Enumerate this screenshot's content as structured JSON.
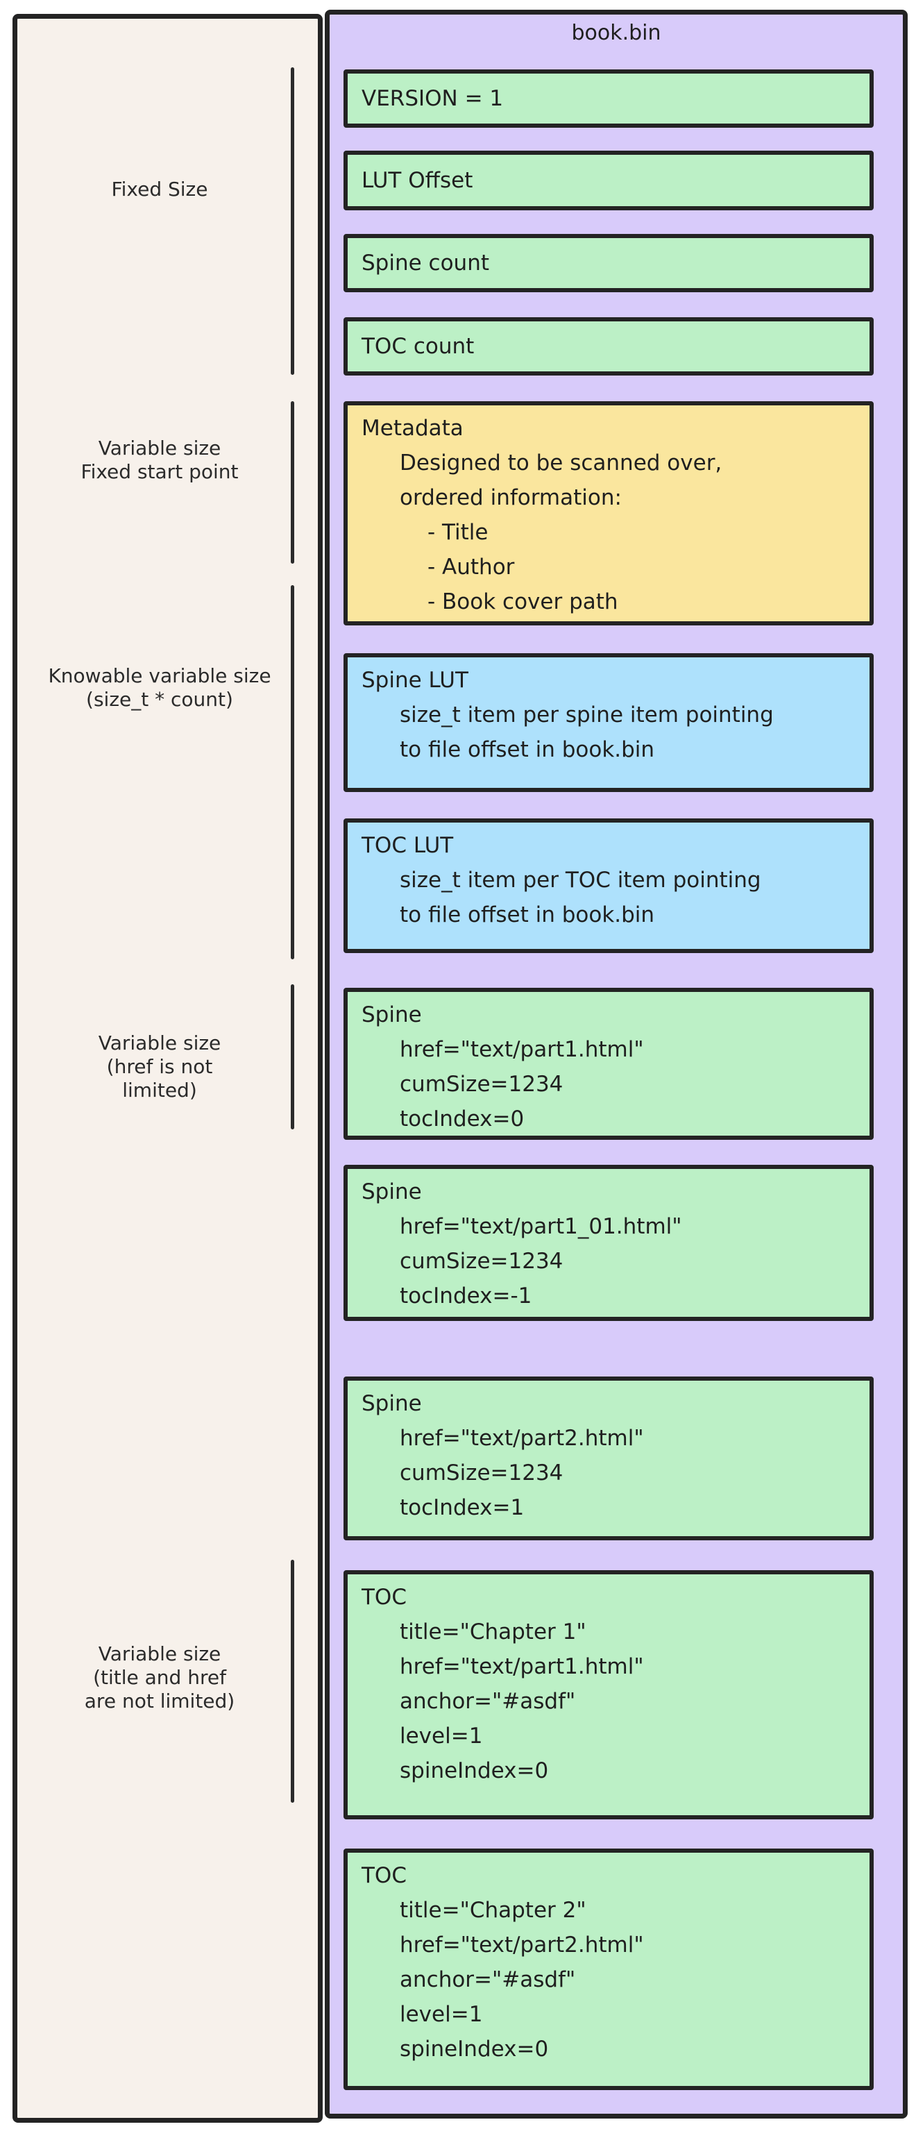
{
  "title": "book.bin",
  "palette": {
    "outer_background": "#ffffff",
    "left_panel_background": "#F7F1EB",
    "right_panel_background": "#D8CBFA",
    "fixed_field_color": "#BCF0C6",
    "metadata_color": "#FAE69E",
    "lut_color": "#AEE1FC",
    "stroke_color": "#232323",
    "text_color": "#1f1f1f"
  },
  "left_labels": [
    {
      "id": "fixed-size",
      "lines": [
        "Fixed Size"
      ]
    },
    {
      "id": "variable-size-fixed-start",
      "lines": [
        "Variable size",
        "Fixed start point"
      ]
    },
    {
      "id": "knowable-variable-size",
      "lines": [
        "Knowable variable size",
        "(size_t * count)"
      ]
    },
    {
      "id": "variable-size-href",
      "lines": [
        "Variable size",
        "(href is not",
        "limited)"
      ]
    },
    {
      "id": "variable-size-title-href",
      "lines": [
        "Variable size",
        "(title and href",
        "are not limited)"
      ]
    }
  ],
  "boxes": [
    {
      "id": "version",
      "color": "green",
      "lines": [
        {
          "text": "VERSION = 1"
        }
      ]
    },
    {
      "id": "lut-offset",
      "color": "green",
      "lines": [
        {
          "text": "LUT Offset"
        }
      ]
    },
    {
      "id": "spine-count",
      "color": "green",
      "lines": [
        {
          "text": "Spine count"
        }
      ]
    },
    {
      "id": "toc-count",
      "color": "green",
      "lines": [
        {
          "text": "TOC count"
        }
      ]
    },
    {
      "id": "metadata",
      "color": "yellow",
      "lines": [
        {
          "text": "Metadata"
        },
        {
          "text": "Designed to be scanned over,"
        },
        {
          "text": "ordered information:"
        },
        {
          "text": "- Title"
        },
        {
          "text": "- Author"
        },
        {
          "text": "- Book cover path"
        }
      ]
    },
    {
      "id": "spine-lut",
      "color": "blue",
      "lines": [
        {
          "text": "Spine LUT"
        },
        {
          "text": "size_t item per spine item pointing"
        },
        {
          "text": "to file offset in book.bin"
        }
      ]
    },
    {
      "id": "toc-lut",
      "color": "blue",
      "lines": [
        {
          "text": "TOC LUT"
        },
        {
          "text": "size_t item per TOC item pointing"
        },
        {
          "text": "to file offset in book.bin"
        }
      ]
    },
    {
      "id": "spine-1",
      "color": "green",
      "lines": [
        {
          "text": "Spine"
        },
        {
          "text": "href=\"text/part1.html\""
        },
        {
          "text": "cumSize=1234"
        },
        {
          "text": "tocIndex=0"
        }
      ]
    },
    {
      "id": "spine-2",
      "color": "green",
      "lines": [
        {
          "text": "Spine"
        },
        {
          "text": "href=\"text/part1_01.html\""
        },
        {
          "text": "cumSize=1234"
        },
        {
          "text": "tocIndex=-1"
        }
      ]
    },
    {
      "id": "spine-3",
      "color": "green",
      "lines": [
        {
          "text": "Spine"
        },
        {
          "text": "href=\"text/part2.html\""
        },
        {
          "text": "cumSize=1234"
        },
        {
          "text": "tocIndex=1"
        }
      ]
    },
    {
      "id": "toc-1",
      "color": "green",
      "lines": [
        {
          "text": "TOC"
        },
        {
          "text": "title=\"Chapter 1\""
        },
        {
          "text": "href=\"text/part1.html\""
        },
        {
          "text": "anchor=\"#asdf\""
        },
        {
          "text": "level=1"
        },
        {
          "text": "spineIndex=0"
        }
      ]
    },
    {
      "id": "toc-2",
      "color": "green",
      "lines": [
        {
          "text": "TOC"
        },
        {
          "text": "title=\"Chapter 2\""
        },
        {
          "text": "href=\"text/part2.html\""
        },
        {
          "text": "anchor=\"#asdf\""
        },
        {
          "text": "level=1"
        },
        {
          "text": "spineIndex=0"
        }
      ]
    }
  ]
}
